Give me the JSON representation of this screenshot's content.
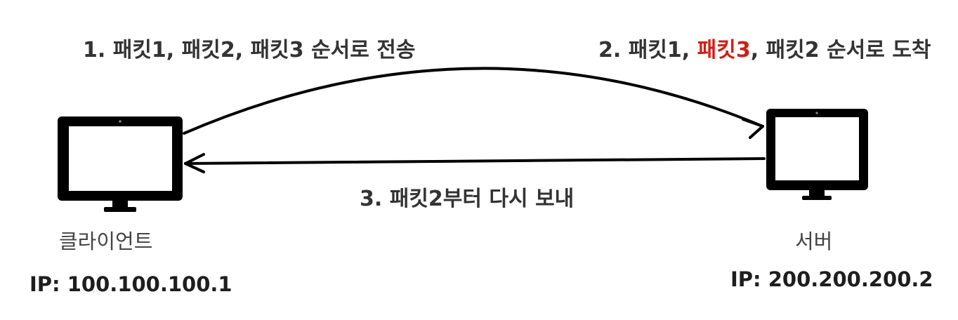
{
  "steps": {
    "step1": "1. 패킷1, 패킷2, 패킷3 순서로 전송",
    "step2": {
      "prefix": "2. 패킷1, ",
      "highlight": "패킷3",
      "suffix": ", 패킷2 순서로 도착"
    },
    "step3": "3. 패킷2부터 다시 보내"
  },
  "client": {
    "label": "클라이언트",
    "ip": "IP: 100.100.100.1"
  },
  "server": {
    "label": "서버",
    "ip": "IP: 200.200.200.2"
  },
  "colors": {
    "highlight": "#d21e14",
    "text": "#333333",
    "ink": "#000000"
  },
  "icons": [
    "monitor-icon",
    "arrow-right-curved",
    "arrow-left"
  ]
}
